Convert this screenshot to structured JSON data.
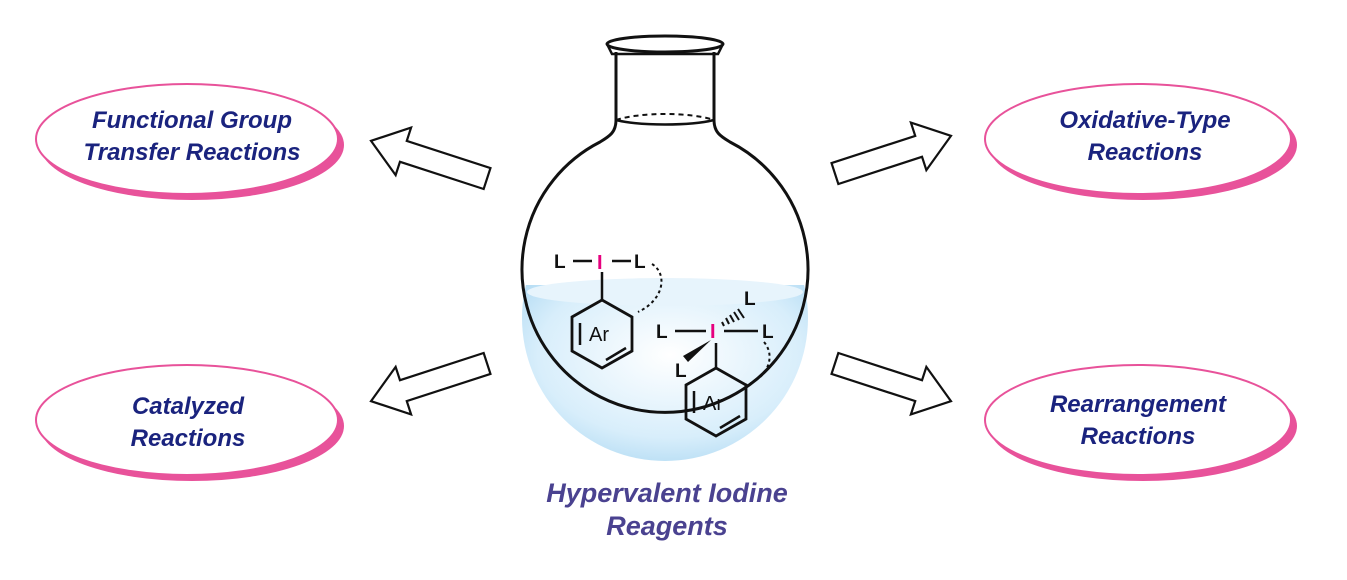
{
  "ovals": {
    "top_left": {
      "line1": "Functional Group",
      "line2": "Transfer Reactions"
    },
    "bottom_left": {
      "line1": "Catalyzed",
      "line2": "Reactions"
    },
    "top_right": {
      "line1": "Oxidative-Type",
      "line2": "Reactions"
    },
    "bottom_right": {
      "line1": "Rearrangement",
      "line2": "Reactions"
    }
  },
  "center": {
    "line1": "Hypervalent Iodine",
    "line2": "Reagents"
  },
  "structures": {
    "ligand": "L",
    "iodine": "I",
    "aryl": "Ar"
  },
  "colors": {
    "oval_text": "#1a237e",
    "oval_shadow": "#e8529a",
    "center_text": "#4a4290",
    "iodine": "#e6007e",
    "liquid": "#b7ddf3"
  }
}
